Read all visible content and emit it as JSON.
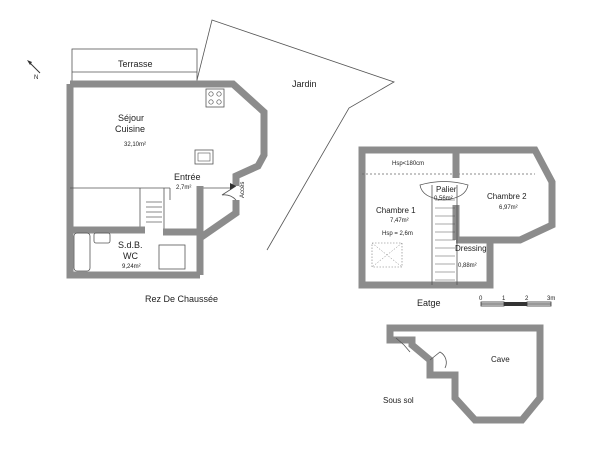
{
  "north": "N",
  "ground_floor": {
    "caption": "Rez De Chaussée",
    "terrace": "Terrasse",
    "garden": "Jardin",
    "living_name_1": "Séjour",
    "living_name_2": "Cuisine",
    "living_area": "32,10m²",
    "entry": "Entrée",
    "entry_area": "2,7m²",
    "access": "Accès",
    "bath_name_1": "S.d.B.",
    "bath_name_2": "WC",
    "bath_area": "9,24m²"
  },
  "upper_floor": {
    "caption": "Eatge",
    "height_note": "Hsp<180cm",
    "landing": "Palier",
    "landing_area": "0,56m²",
    "bedroom1": "Chambre 1",
    "bedroom1_area": "7,47m²",
    "bedroom1_hsp": "Hsp = 2,6m",
    "bedroom2": "Chambre 2",
    "bedroom2_area": "6,97m²",
    "dressing": "Dressing",
    "dressing_area": "0,88m²"
  },
  "basement": {
    "caption": "Sous sol",
    "cave": "Cave"
  },
  "scale": {
    "ticks": [
      "0",
      "1",
      "2",
      "3m"
    ]
  }
}
